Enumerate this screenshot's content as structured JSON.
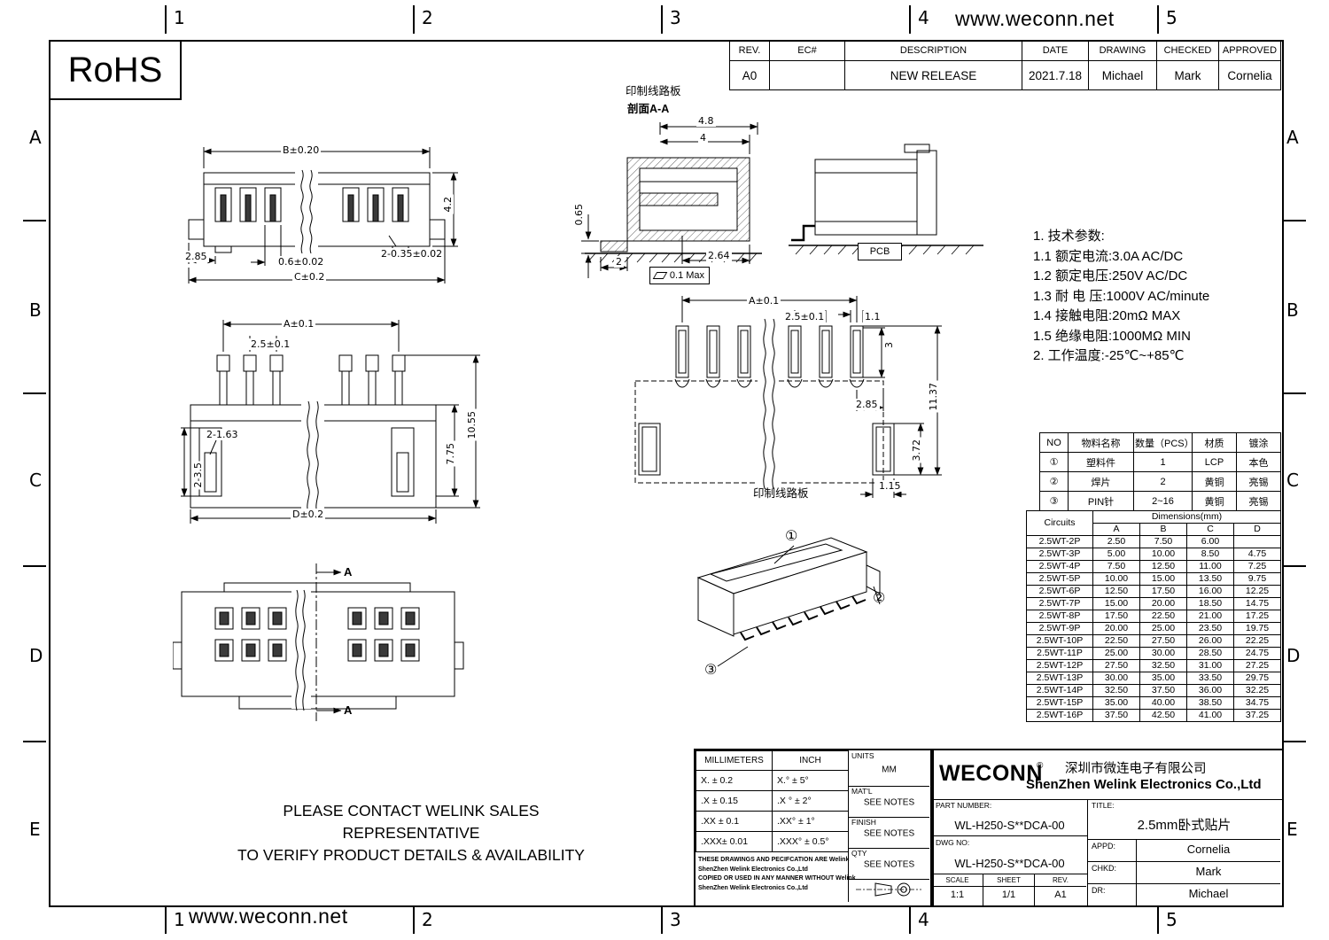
{
  "page": {
    "url_top": "www.weconn.net",
    "url_bottom": "www.weconn.net",
    "rohs_label": "RoHS",
    "contact_line1": "PLEASE CONTACT WELINK SALES REPRESENTATIVE",
    "contact_line2": "TO VERIFY PRODUCT DETAILS & AVAILABILITY"
  },
  "grid": {
    "col1": "1",
    "col2": "2",
    "col3": "3",
    "col4": "4",
    "col5": "5",
    "rowA": "A",
    "rowB": "B",
    "rowC": "C",
    "rowD": "D",
    "rowE": "E"
  },
  "revision_table": {
    "headers": {
      "rev": "REV.",
      "ec": "EC#",
      "description": "DESCRIPTION",
      "date": "DATE",
      "drawing": "DRAWING",
      "checked": "CHECKED",
      "approved": "APPROVED"
    },
    "rows": [
      {
        "rev": "A0",
        "ec": "",
        "description": "NEW RELEASE",
        "date": "2021.7.18",
        "drawing": "Michael",
        "checked": "Mark",
        "approved": "Cornelia"
      }
    ]
  },
  "tech_notes": {
    "l1": "1. 技术参数:",
    "l2": "1.1 额定电流:3.0A AC/DC",
    "l3": "1.2 额定电压:250V AC/DC",
    "l4": "1.3 耐 电 压:1000V AC/minute",
    "l5": "1.4 接触电阻:20mΩ MAX",
    "l6": "1.5 绝缘电阻:1000MΩ MIN",
    "l7": "2. 工作温度:-25℃~+85℃"
  },
  "parts_table": {
    "headers": {
      "no": "NO",
      "name": "物料名称",
      "qty": "数量（PCS）",
      "material": "材质",
      "plating": "镀涂"
    },
    "rows": [
      {
        "no": "①",
        "name": "塑料件",
        "qty": "1",
        "material": "LCP",
        "plating": "本色"
      },
      {
        "no": "②",
        "name": "焊片",
        "qty": "2",
        "material": "黄铜",
        "plating": "亮锡"
      },
      {
        "no": "③",
        "name": "PIN针",
        "qty": "2~16",
        "material": "黄铜",
        "plating": "亮锡"
      }
    ]
  },
  "dimensions_table": {
    "circuits_header": "Circuits",
    "dims_header": "Dimensions(mm)",
    "col_a": "A",
    "col_b": "B",
    "col_c": "C",
    "col_d": "D",
    "rows": [
      {
        "circuit": "2.5WT-2P",
        "a": "2.50",
        "b": "7.50",
        "c": "6.00",
        "d": ""
      },
      {
        "circuit": "2.5WT-3P",
        "a": "5.00",
        "b": "10.00",
        "c": "8.50",
        "d": "4.75"
      },
      {
        "circuit": "2.5WT-4P",
        "a": "7.50",
        "b": "12.50",
        "c": "11.00",
        "d": "7.25"
      },
      {
        "circuit": "2.5WT-5P",
        "a": "10.00",
        "b": "15.00",
        "c": "13.50",
        "d": "9.75"
      },
      {
        "circuit": "2.5WT-6P",
        "a": "12.50",
        "b": "17.50",
        "c": "16.00",
        "d": "12.25"
      },
      {
        "circuit": "2.5WT-7P",
        "a": "15.00",
        "b": "20.00",
        "c": "18.50",
        "d": "14.75"
      },
      {
        "circuit": "2.5WT-8P",
        "a": "17.50",
        "b": "22.50",
        "c": "21.00",
        "d": "17.25"
      },
      {
        "circuit": "2.5WT-9P",
        "a": "20.00",
        "b": "25.00",
        "c": "23.50",
        "d": "19.75"
      },
      {
        "circuit": "2.5WT-10P",
        "a": "22.50",
        "b": "27.50",
        "c": "26.00",
        "d": "22.25"
      },
      {
        "circuit": "2.5WT-11P",
        "a": "25.00",
        "b": "30.00",
        "c": "28.50",
        "d": "24.75"
      },
      {
        "circuit": "2.5WT-12P",
        "a": "27.50",
        "b": "32.50",
        "c": "31.00",
        "d": "27.25"
      },
      {
        "circuit": "2.5WT-13P",
        "a": "30.00",
        "b": "35.00",
        "c": "33.50",
        "d": "29.75"
      },
      {
        "circuit": "2.5WT-14P",
        "a": "32.50",
        "b": "37.50",
        "c": "36.00",
        "d": "32.25"
      },
      {
        "circuit": "2.5WT-15P",
        "a": "35.00",
        "b": "40.00",
        "c": "38.50",
        "d": "34.75"
      },
      {
        "circuit": "2.5WT-16P",
        "a": "37.50",
        "b": "42.50",
        "c": "41.00",
        "d": "37.25"
      }
    ]
  },
  "tolerance_block": {
    "mm_header": "MILLIMETERS",
    "inch_header": "INCH",
    "rows": [
      {
        "mm": "X.  ± 0.2",
        "inch": "X.°  ± 5°"
      },
      {
        "mm": ".X  ± 0.15",
        "inch": ".X °  ± 2°"
      },
      {
        "mm": ".XX  ± 0.1",
        "inch": ".XX°  ± 1°"
      },
      {
        "mm": ".XXX± 0.01",
        "inch": ".XXX° ± 0.5°"
      }
    ],
    "units_label": "UNITS",
    "units_value": "MM",
    "matl_label": "MAT'L",
    "matl_value": "SEE NOTES",
    "finish_label": "FINISH",
    "finish_value": "SEE NOTES",
    "qty_label": "QTY",
    "qty_value": "SEE NOTES",
    "legal_l1": "THESE DRAWINGS AND PECIFCATION  ARE Welink",
    "legal_l2": "ShenZhen Welink Electronics Co.,Ltd",
    "legal_l3": "COPIED OR USED IN ANY MANNER WITHOUT Welink",
    "legal_l4": "ShenZhen Welink Electronics Co.,Ltd"
  },
  "title_block": {
    "logo": "WECONN",
    "registered_mark": "®",
    "company_cn": "深圳市微连电子有限公司",
    "company_en": "ShenZhen Welink Electronics Co.,Ltd",
    "part_number_label": "PART NUMBER:",
    "part_number": "WL-H250-S**DCA-00",
    "title_label": "TITLE:",
    "title_value": "2.5mm卧式贴片",
    "dwg_no_label": "DWG NO:",
    "dwg_no": "WL-H250-S**DCA-00",
    "appd_label": "APPD:",
    "appd_value": "Cornelia",
    "chkd_label": "CHKD:",
    "chkd_value": "Mark",
    "dr_label": "DR:",
    "dr_value": "Michael",
    "scale_label": "SCALE",
    "scale_value": "1:1",
    "sheet_label": "SHEET",
    "sheet_value": "1/1",
    "rev_label": "REV.",
    "rev_value": "A1"
  },
  "drawings": {
    "front_view": {
      "dim_b": "B±0.20",
      "dim_height": "4.2",
      "dim_left": "2.85",
      "dim_slot": "0.6±0.02",
      "dim_tab": "2-0.35±0.02",
      "dim_c": "C±0.2"
    },
    "section_view": {
      "pcb_note": "印制线路板",
      "section_title": "剖面A-A",
      "dim_48": "4.8",
      "dim_4": "4",
      "dim_065": "0.65",
      "dim_2": "2",
      "dim_264": "2.64",
      "flatness_value": "0.1 Max"
    },
    "side_view": {
      "pcb_label": "PCB"
    },
    "top_view": {
      "dim_a": "A±0.1",
      "dim_pitch": "2.5±0.1",
      "dim_slots": "2-1.63",
      "dim_side": "2-3.5",
      "dim_775": "7.75",
      "dim_1055": "10.55",
      "dim_d": "D±0.2"
    },
    "pad_view": {
      "dim_a": "A±0.1",
      "dim_pitch": "2.5±0.1",
      "dim_pad_w": "1.1",
      "dim_pad_h": "3",
      "dim_total_h": "11.37",
      "dim_285": "2.85",
      "dim_372": "3.72",
      "dim_115": "1.15",
      "pcb_note": "印制线路板"
    },
    "bottom_view": {
      "section_a_top": "A",
      "section_a_bottom": "A"
    },
    "iso_view": {
      "balloon_1": "①",
      "balloon_2": "②",
      "balloon_3": "③"
    }
  }
}
